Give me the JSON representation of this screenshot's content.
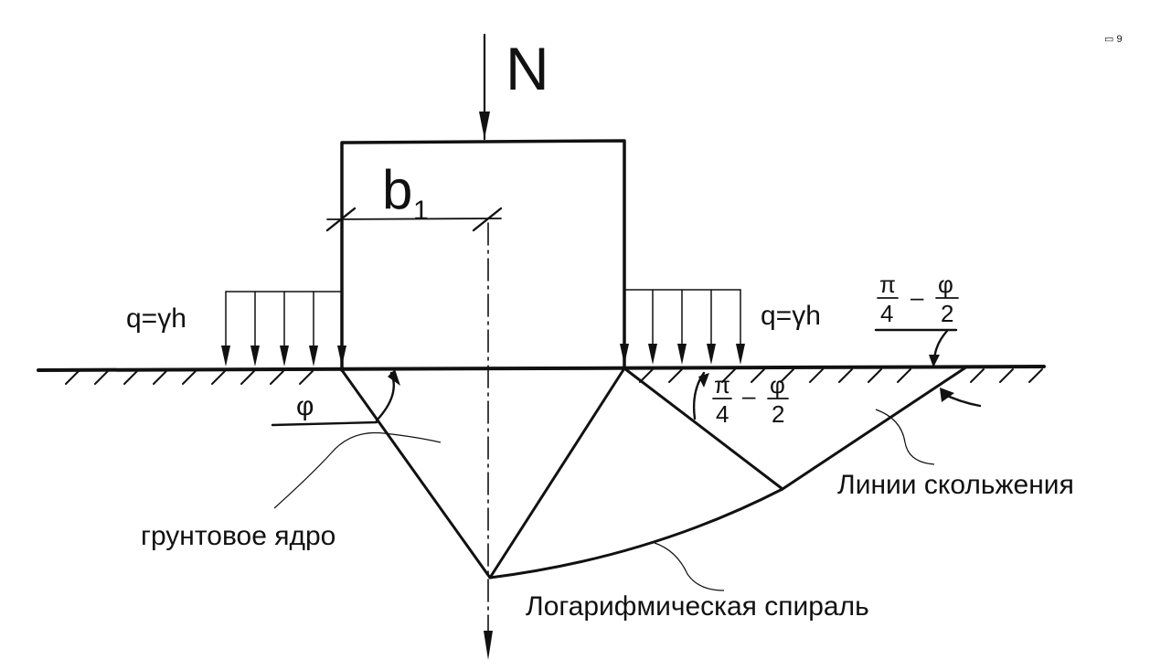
{
  "load_label": "N",
  "width_label": "b",
  "width_subscript": "1",
  "surcharge_left": "q=γh",
  "surcharge_right": "q=γh",
  "angle_phi": "φ",
  "angle_frac": {
    "pi": "π",
    "four": "4",
    "minus": "–",
    "phi": "φ",
    "two": "2"
  },
  "labels": {
    "soil_core": "грунтовое ядро",
    "log_spiral": "Логарифмическая спираль",
    "slip_lines": "Линии скольжения"
  },
  "corner_mark": "▭ 9"
}
